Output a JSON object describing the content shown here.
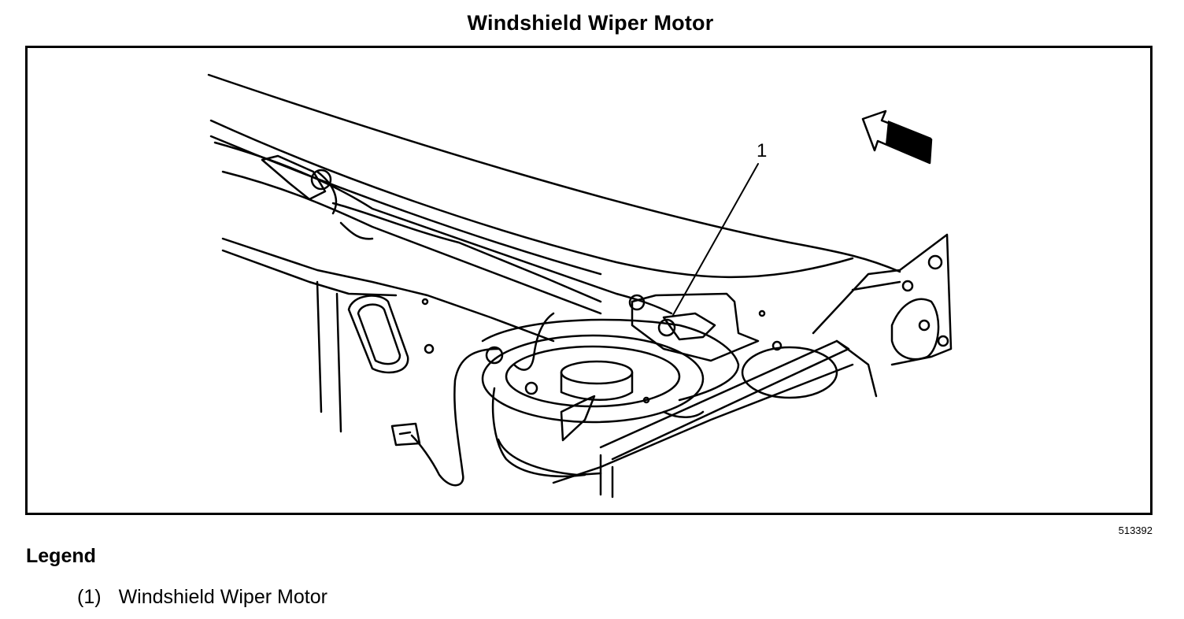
{
  "title": "Windshield Wiper Motor",
  "figure": {
    "id": "513392",
    "callout": "1"
  },
  "legend": {
    "heading": "Legend",
    "items": [
      {
        "number": "(1)",
        "label": "Windshield Wiper Motor"
      }
    ]
  }
}
